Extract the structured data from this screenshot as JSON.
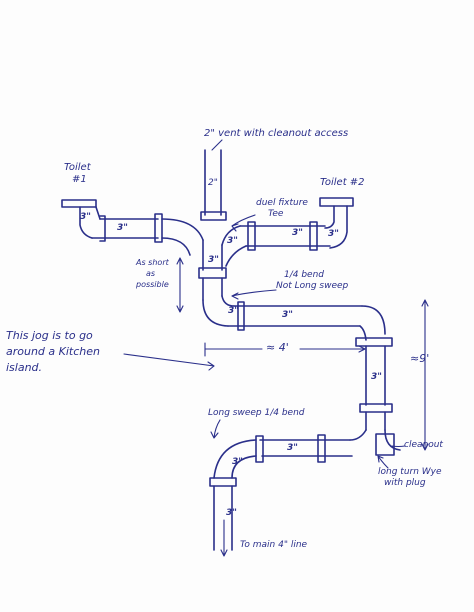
{
  "labels": {
    "vent": "2\" vent with cleanout access",
    "vent_size": "2\"",
    "toilet1_line1": "Toilet",
    "toilet1_line2": "#1",
    "toilet2": "Toilet #2",
    "dual_tee_line1": "duel fixture",
    "dual_tee_line2": "Tee",
    "as_short_line1": "As short",
    "as_short_line2": "as",
    "as_short_line3": "possible",
    "bend_line1": "1/4 bend",
    "bend_line2": "Not Long sweep",
    "jog_line1": "This jog is to go",
    "jog_line2": "around a Kitchen",
    "jog_line3": "island.",
    "approx_4": "≈ 4'",
    "approx_9": "≈9'",
    "long_sweep": "Long sweep 1/4 bend",
    "cleanout": "cleanout",
    "wye_line1": "long turn Wye",
    "wye_line2": "with plug",
    "main_line": "To main 4\" line"
  },
  "pipe_sizes": [
    "3\"",
    "3\"",
    "3\"",
    "3\"",
    "3\"",
    "3\"",
    "3\"",
    "3\"",
    "3\"",
    "3\"",
    "3\"",
    "3\""
  ]
}
